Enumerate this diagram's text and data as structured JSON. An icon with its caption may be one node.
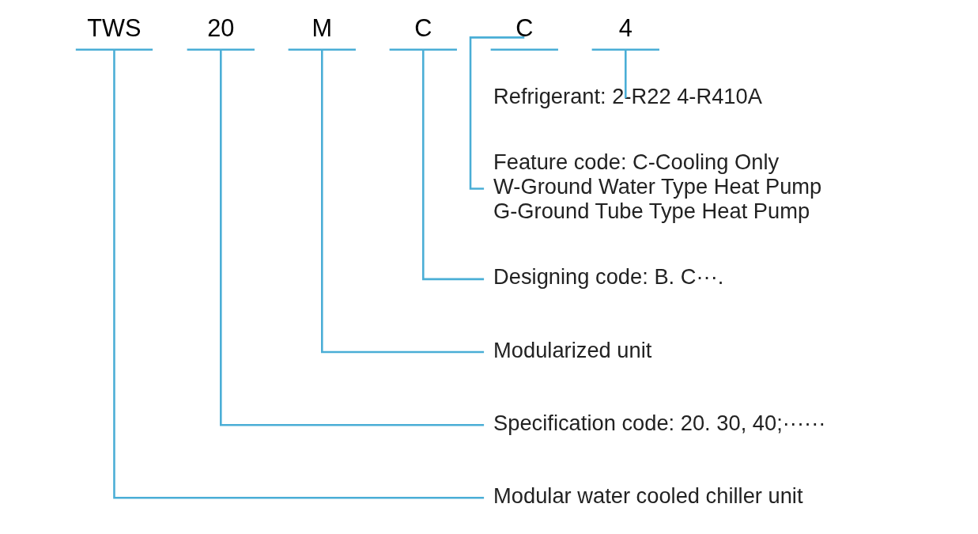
{
  "diagram": {
    "nodes": [
      {
        "text": [
          "TWS"
        ]
      },
      {
        "text": [
          "20"
        ]
      },
      {
        "text": [
          "M"
        ]
      },
      {
        "text": [
          "C"
        ]
      },
      {
        "text": [
          "C"
        ]
      },
      {
        "text": [
          "4"
        ]
      },
      {
        "text": [
          "Refrigerant: 2-R22 4-R410A"
        ]
      },
      {
        "text": [
          "Feature code: C-Cooling Only",
          "W-Ground Water Type Heat Pump",
          "G-Ground Tube Type Heat Pump"
        ]
      },
      {
        "text": [
          "Designing code: B. C···."
        ]
      },
      {
        "text": [
          "Modularized unit"
        ]
      },
      {
        "text": [
          "Specification code: 20. 30, 40;······"
        ]
      },
      {
        "text": [
          "Modular water cooled chiller unit"
        ]
      }
    ],
    "edges": [
      {
        "from": 5,
        "to": 6,
        "arrow": "none"
      },
      {
        "from": 4,
        "to": 7,
        "arrow": "none"
      },
      {
        "from": 3,
        "to": 8,
        "arrow": "none"
      },
      {
        "from": 2,
        "to": 9,
        "arrow": "none"
      },
      {
        "from": 1,
        "to": 10,
        "arrow": "none"
      },
      {
        "from": 0,
        "to": 11,
        "arrow": "none"
      }
    ]
  }
}
